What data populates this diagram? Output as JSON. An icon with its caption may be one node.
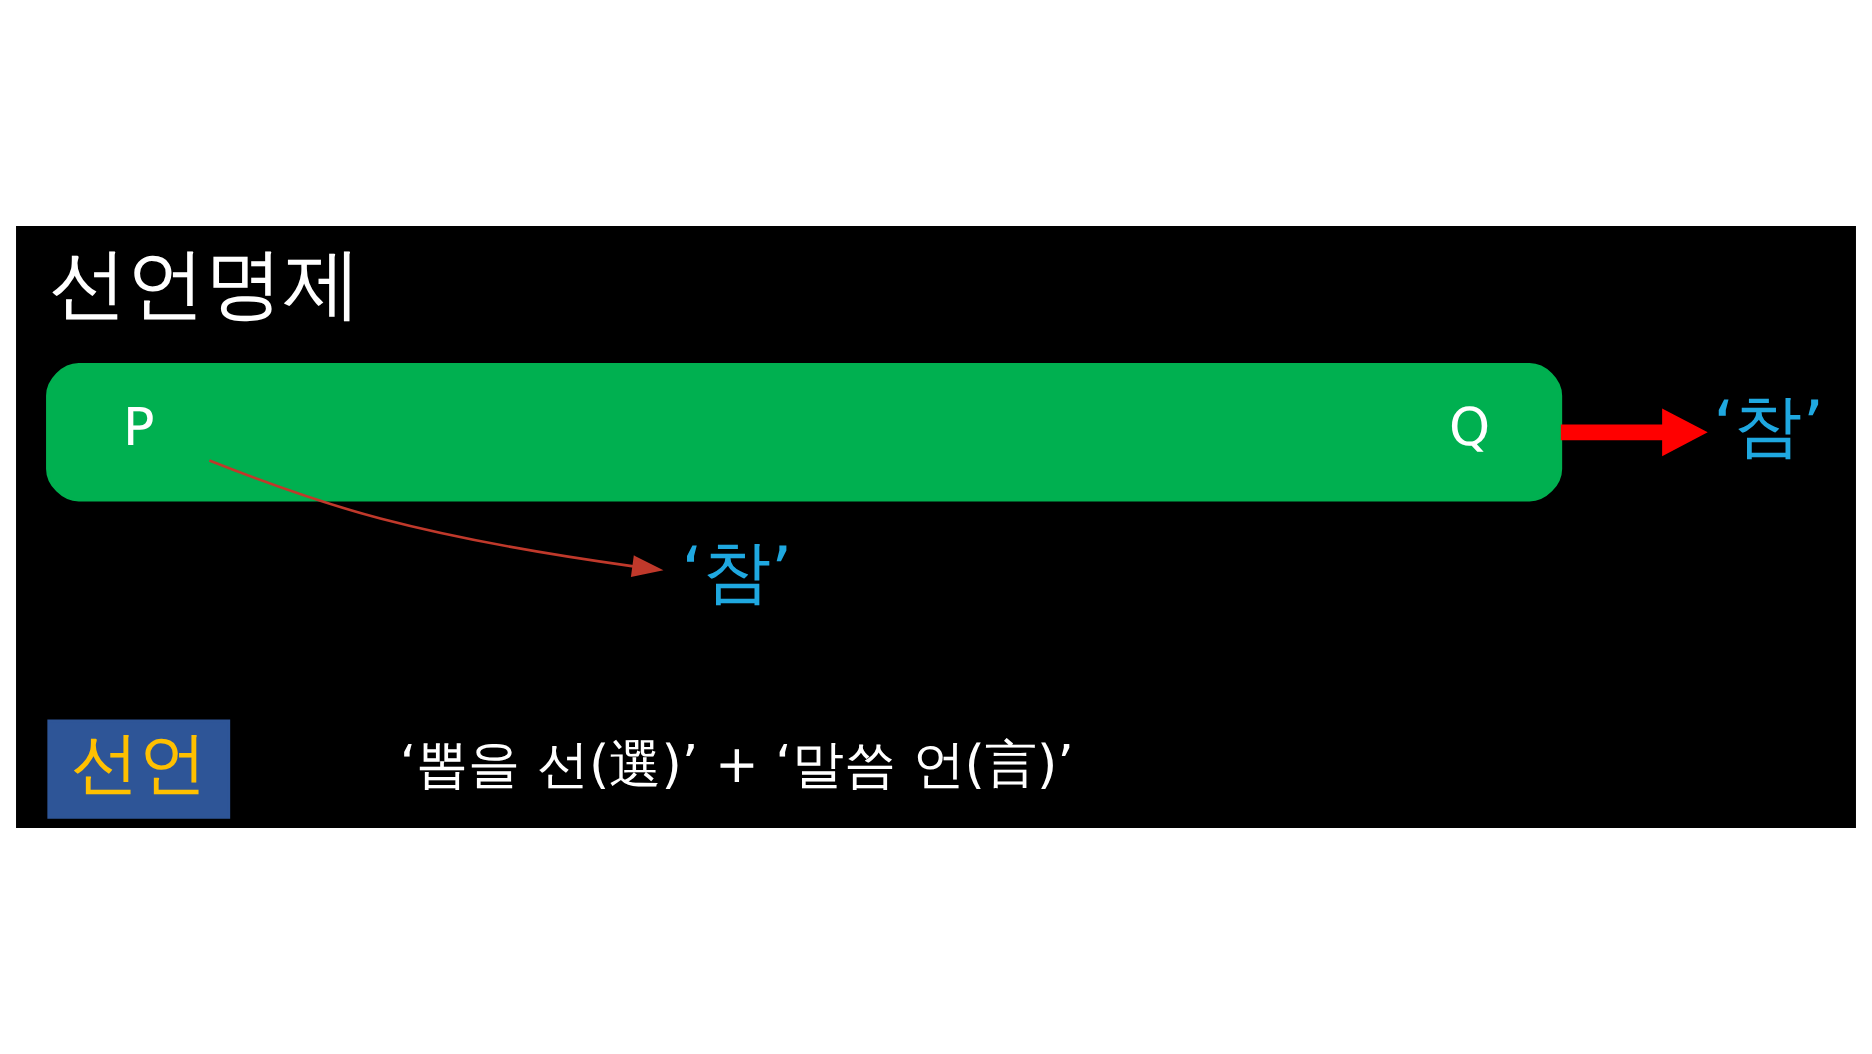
{
  "diagram": {
    "title": "선언명제",
    "nodes": [
      {
        "text": [
          "선언"
        ]
      },
      {
        "text": [],
        "shape": "box"
      },
      {
        "text": [
          "P"
        ],
        "in": 1
      },
      {
        "text": [
          "Q"
        ],
        "in": 1
      },
      {
        "text": [
          "‘참’"
        ]
      },
      {
        "text": [
          "‘참’"
        ]
      }
    ],
    "edges": [
      {
        "from": 1,
        "to": 4,
        "arrow": "to",
        "style": "thick",
        "color": "#ff0000"
      },
      {
        "from": 2,
        "to": 5,
        "arrow": "to",
        "color": "#c0392b"
      }
    ],
    "labels": [
      "‘뽑을 선(選)’ + ‘말씀 언(言)’"
    ]
  }
}
